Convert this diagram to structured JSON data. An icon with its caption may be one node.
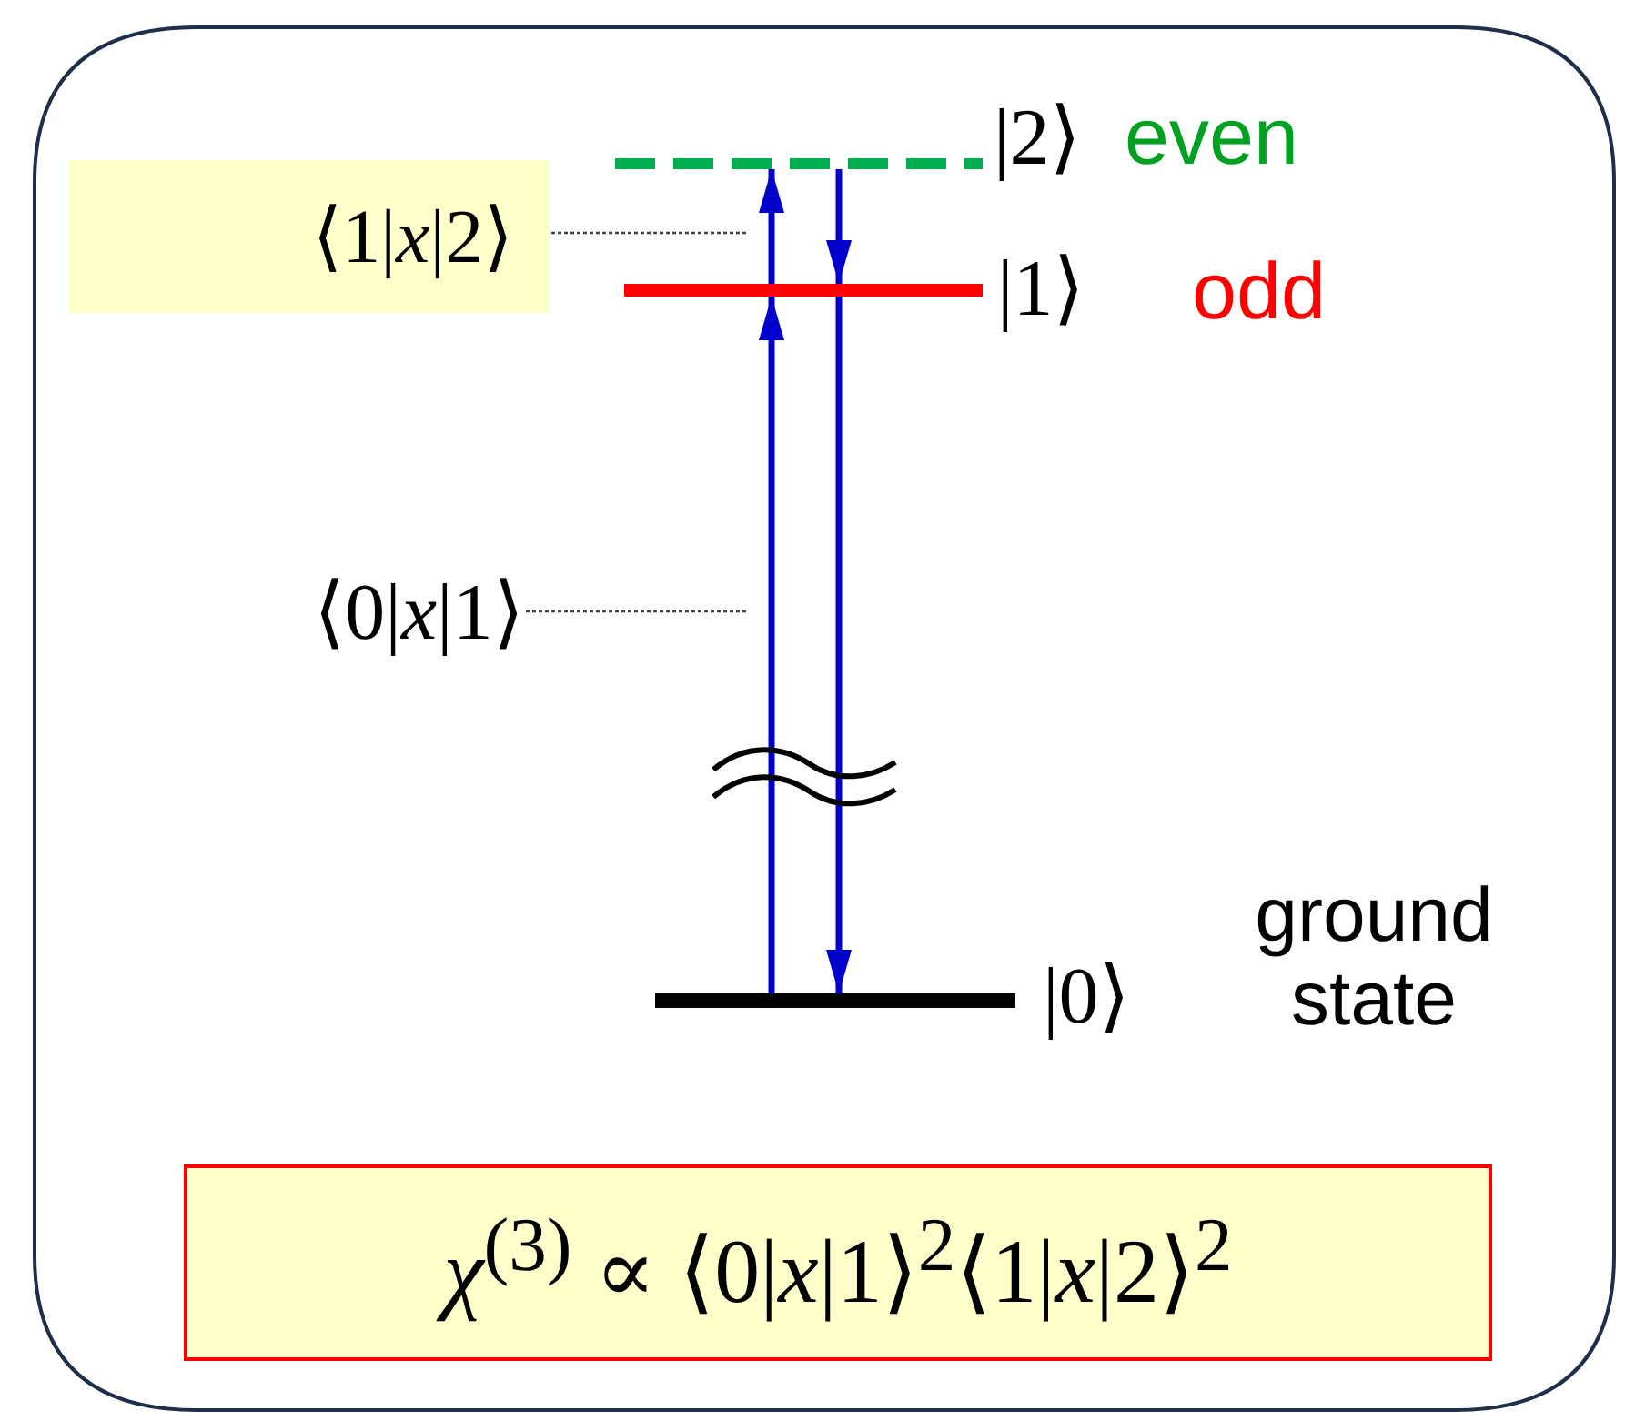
{
  "diagram": {
    "nodes": [
      {
        "text": [],
        "shape": "bar",
        "beside": [
          "|2⟩",
          "even"
        ]
      },
      {
        "text": [],
        "shape": "bar",
        "beside": [
          "|1⟩",
          "odd"
        ]
      },
      {
        "text": [],
        "shape": "bar",
        "beside": [
          "|0⟩",
          "ground state"
        ]
      },
      {
        "text": [
          "⟨1|*x*|2⟩"
        ]
      },
      {
        "text": [
          "⟨0|*x*|1⟩"
        ]
      },
      {
        "text": [
          "*χ*$^{(3)}$ ∝ ⟨0|*x*|1⟩$^{2}$⟨1|*x*|2⟩$^{2}$"
        ]
      }
    ],
    "edges": [
      {
        "from": 2,
        "to": 1,
        "arrow": "to"
      },
      {
        "from": 1,
        "to": 0,
        "arrow": "to"
      },
      {
        "from": 0,
        "to": 1,
        "arrow": "to"
      },
      {
        "from": 1,
        "to": 2,
        "arrow": "to"
      },
      {
        "from": 3,
        "to": null,
        "arrow": "none",
        "style": "dashed",
        "color": "#404040"
      },
      {
        "from": 4,
        "to": null,
        "arrow": "none",
        "style": "dashed",
        "color": "#404040"
      }
    ]
  }
}
